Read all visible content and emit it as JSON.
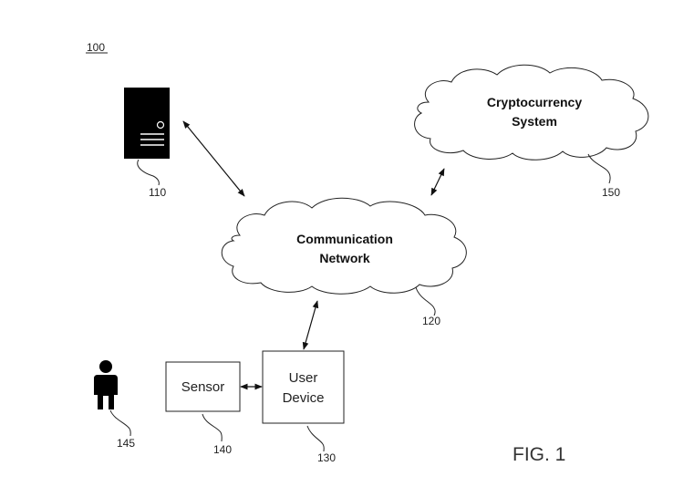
{
  "figure_ref": "100",
  "figure_label": "FIG. 1",
  "server": {
    "ref": "110"
  },
  "cryptocurrency_system": {
    "line1": "Cryptocurrency",
    "line2": "System",
    "ref": "150"
  },
  "communication_network": {
    "line1": "Communication",
    "line2": "Network",
    "ref": "120"
  },
  "user_device": {
    "line1": "User",
    "line2": "Device",
    "ref": "130"
  },
  "sensor": {
    "label": "Sensor",
    "ref": "140"
  },
  "person": {
    "ref": "145"
  }
}
